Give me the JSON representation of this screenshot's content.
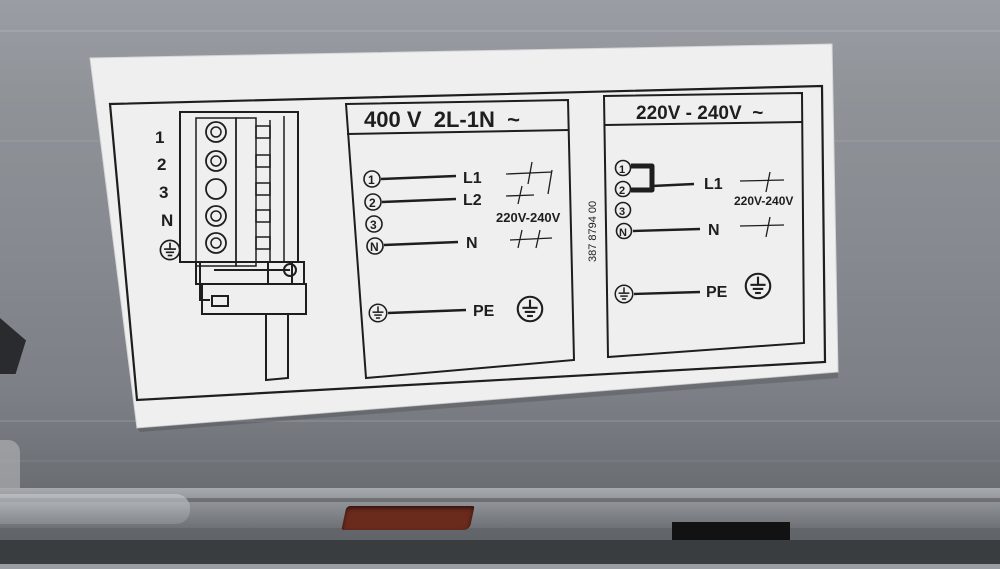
{
  "terminal_block": {
    "rows": [
      "1",
      "2",
      "3",
      "N"
    ]
  },
  "panel_400": {
    "header": "400 V  2L-1N  ~",
    "terminals": [
      "1",
      "2",
      "3",
      "N"
    ],
    "lines": [
      "L1",
      "L2",
      "N"
    ],
    "voltage_note": "220V-240V",
    "pe": "PE"
  },
  "part_number": "387 8794 00",
  "panel_220": {
    "header": "220V - 240V  ~",
    "terminals": [
      "1",
      "2",
      "3",
      "N"
    ],
    "lines": [
      "L1",
      "N"
    ],
    "voltage_note": "220V-240V",
    "pe": "PE"
  },
  "colors": {
    "label": "#efeff0",
    "ink": "#1e1e1e",
    "metal": "#8a8e94",
    "slot": "#6a2a1c"
  },
  "icons": [
    "ground-icon",
    "circled-number-icon",
    "jumper-icon"
  ]
}
